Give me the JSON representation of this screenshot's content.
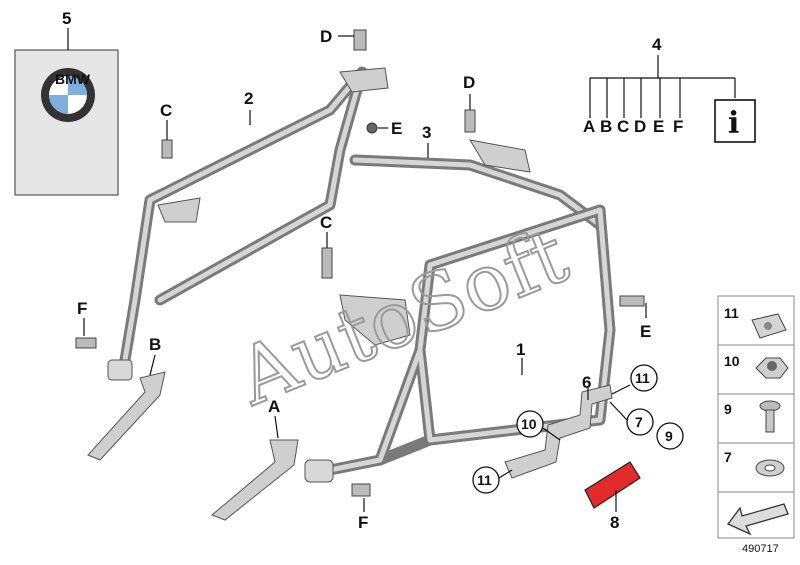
{
  "callouts": {
    "c1": "1",
    "c2": "2",
    "c3": "3",
    "c4": "4",
    "c5": "5",
    "c6": "6",
    "c7": "7",
    "c8": "8",
    "c9": "9",
    "c10": "10",
    "c11": "11",
    "a": "A",
    "b": "B",
    "c_top": "C",
    "c_mid": "C",
    "d_top": "D",
    "d_right": "D",
    "e_top": "E",
    "e_right": "E",
    "f_left": "F",
    "f_bottom": "F"
  },
  "legend_letters": [
    "A",
    "B",
    "C",
    "D",
    "E",
    "F"
  ],
  "info_symbol": "i",
  "badge": {
    "brand_letters": "BMW"
  },
  "side_panel": {
    "items": [
      {
        "label": "11",
        "icon": "clip-nut-icon"
      },
      {
        "label": "10",
        "icon": "lock-nut-icon"
      },
      {
        "label": "9",
        "icon": "screw-icon"
      },
      {
        "label": "7",
        "icon": "washer-icon"
      }
    ]
  },
  "watermark": "AutoSoft",
  "reference_number": "490717"
}
